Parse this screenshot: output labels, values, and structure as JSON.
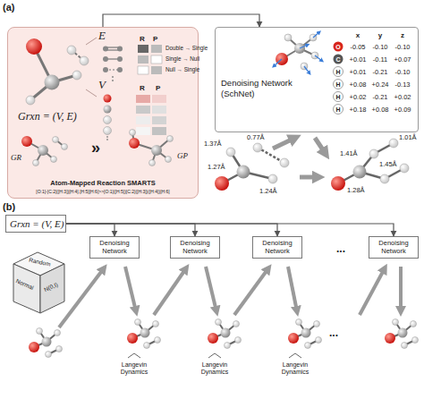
{
  "diagram": {
    "nodes": [
      {
        "text": [
          "Atom-Mapped Reaction SMARTS",
          "[O:1]-[C:2]([H:3])[H:4].[H:5][H:6]>>[O:1]([H:5])[C:2]([H:3])([H:4])[H:6]"
        ]
      },
      {
        "text": [
          "Denoising Network (SchNet)"
        ]
      },
      {
        "text": [
          "Grxn = (V, E)"
        ]
      },
      {
        "text": [
          "Denoising Network"
        ]
      },
      {
        "text": [
          "Denoising Network"
        ]
      },
      {
        "text": [
          "Denoising Network"
        ]
      },
      {
        "text": [
          "Denoising Network"
        ]
      }
    ],
    "edges": [
      {
        "from": 0,
        "to": 1,
        "arrow": "to"
      },
      {
        "from": 2,
        "to": 3,
        "arrow": "to"
      },
      {
        "from": 2,
        "to": 4,
        "arrow": "to"
      },
      {
        "from": 2,
        "to": 5,
        "arrow": "to"
      },
      {
        "from": 2,
        "to": 6,
        "arrow": "to"
      }
    ],
    "labels": [
      "(a)",
      "E",
      "R",
      "P",
      "Double → Single",
      "Single → Null",
      "Null → Single",
      "V",
      "R",
      "P",
      "Grxn = (V, E)",
      "GR",
      "GP",
      "»",
      "x",
      "y",
      "z",
      "O",
      "-0.05",
      "-0.10",
      "-0.10",
      "C",
      "+0.01",
      "-0.11",
      "+0.07",
      "H",
      "+0.01",
      "-0.21",
      "-0.10",
      "H",
      "+0.08",
      "+0.24",
      "-0.13",
      "H",
      "+0.02",
      "-0.21",
      "+0.02",
      "H",
      "+0.18",
      "+0.08",
      "+0.09",
      "1.37Å",
      "0.77Å",
      "1.27Å",
      "1.24Å",
      "1.01Å",
      "1.41Å",
      "1.28Å",
      "1.45Å",
      "(b)",
      "Random",
      "Normal",
      "N(0,I)",
      "Langevin Dynamics",
      "Langevin Dynamics",
      "Langevin Dynamics",
      "...",
      "..."
    ]
  }
}
